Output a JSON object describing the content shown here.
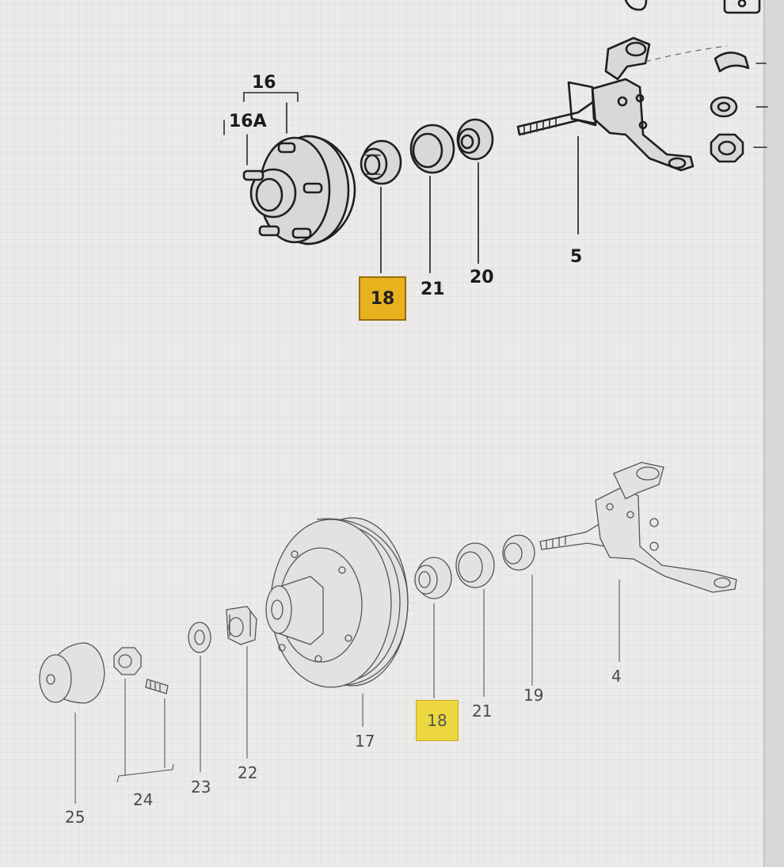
{
  "diagram": {
    "top_assembly": {
      "callouts": {
        "hub_assembly": "16",
        "hub_sub": "16A",
        "outer_bearing": "18",
        "race": "21",
        "seal": "20",
        "spindle": "5"
      }
    },
    "bottom_assembly": {
      "callouts": {
        "dust_cap": "25",
        "nut_bolt_set": "24",
        "washer": "23",
        "castle_nut": "22",
        "drum": "17",
        "bearing": "18",
        "race": "21",
        "seal": "19",
        "spindle": "4"
      }
    },
    "highlight_colors": {
      "top": "#e7b21e",
      "bottom": "#ecd73e"
    }
  }
}
